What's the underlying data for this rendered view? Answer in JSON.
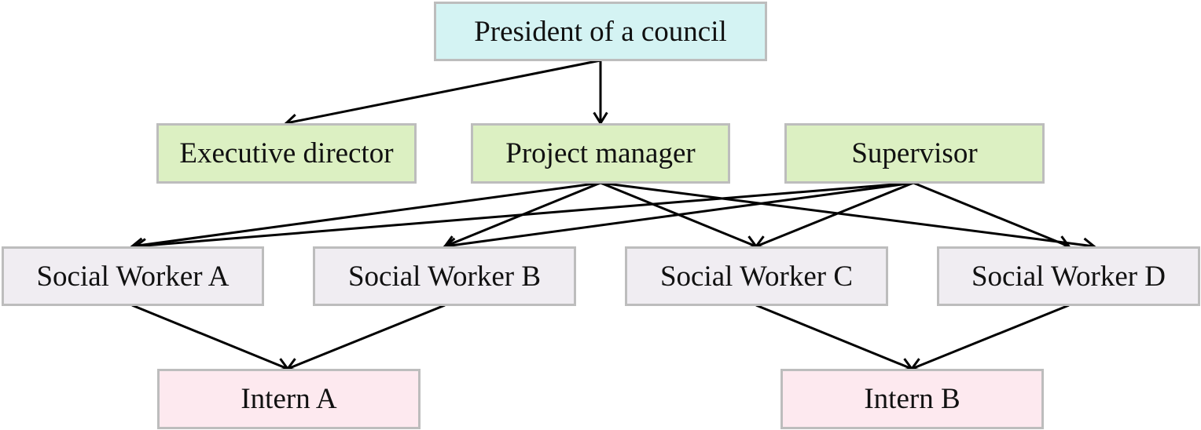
{
  "colors": {
    "level0": "#d4f3f3",
    "level1": "#dcf0c2",
    "level2": "#f0edf2",
    "level3": "#fde9ef",
    "border": "#bdbdbd",
    "edge": "#000000"
  },
  "nodes": {
    "president": "President of a council",
    "executive_director": "Executive director",
    "project_manager": "Project manager",
    "supervisor": "Supervisor",
    "social_worker_a": "Social Worker A",
    "social_worker_b": "Social Worker B",
    "social_worker_c": "Social Worker C",
    "social_worker_d": "Social Worker D",
    "intern_a": "Intern A",
    "intern_b": "Intern B"
  },
  "edges": [
    [
      "president",
      "executive_director"
    ],
    [
      "president",
      "project_manager"
    ],
    [
      "project_manager",
      "social_worker_a"
    ],
    [
      "project_manager",
      "social_worker_b"
    ],
    [
      "project_manager",
      "social_worker_c"
    ],
    [
      "project_manager",
      "social_worker_d"
    ],
    [
      "supervisor",
      "social_worker_a"
    ],
    [
      "supervisor",
      "social_worker_b"
    ],
    [
      "supervisor",
      "social_worker_c"
    ],
    [
      "supervisor",
      "social_worker_d"
    ],
    [
      "social_worker_a",
      "intern_a"
    ],
    [
      "social_worker_b",
      "intern_a"
    ],
    [
      "social_worker_c",
      "intern_b"
    ],
    [
      "social_worker_d",
      "intern_b"
    ]
  ]
}
